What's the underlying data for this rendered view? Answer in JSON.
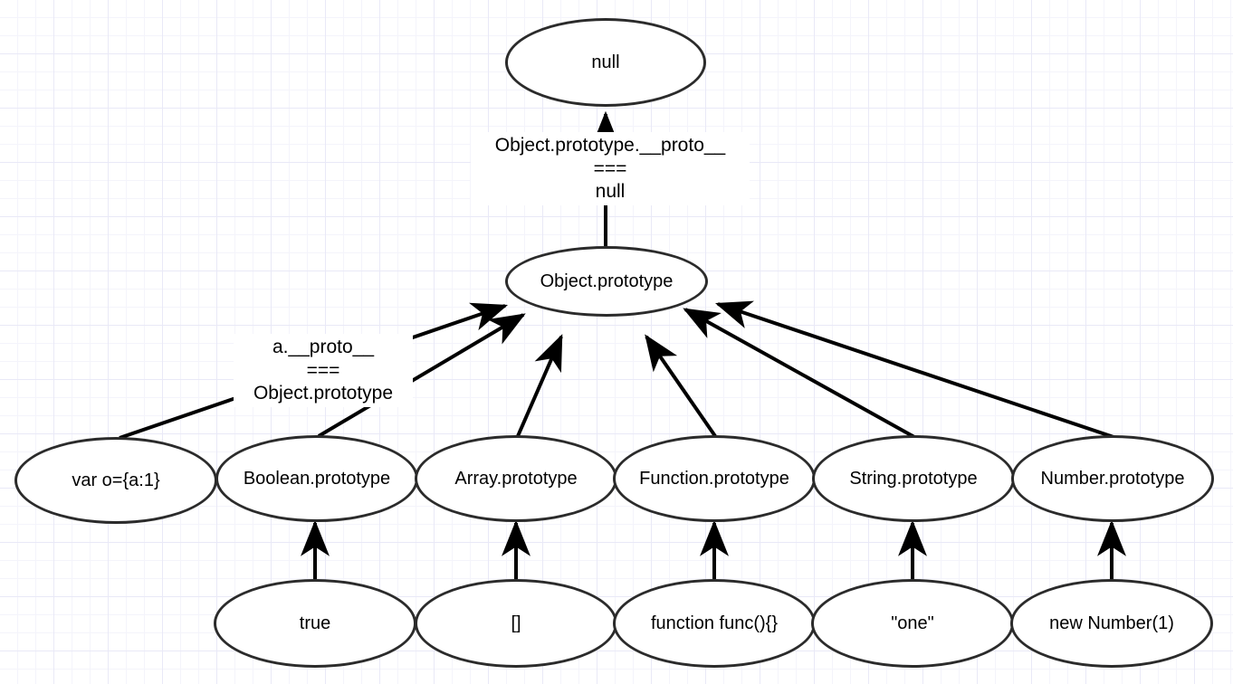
{
  "diagram": {
    "title": "JavaScript prototype chain diagram",
    "background": {
      "grid_minor_color": "#f4f4fb",
      "grid_major_color": "#e9e9f7",
      "page_color": "#ffffff"
    },
    "style": {
      "node_stroke": "#2b2b2b",
      "node_fill": "#ffffff",
      "edge_color": "#000000",
      "text_color": "#000000"
    },
    "nodes": {
      "root": {
        "label": "null"
      },
      "object_prototype": {
        "label": "Object.prototype"
      },
      "prototypes": [
        {
          "label": "var o={a:1}"
        },
        {
          "label": "Boolean.prototype"
        },
        {
          "label": "Array.prototype"
        },
        {
          "label": "Function.prototype"
        },
        {
          "label": "String.prototype"
        },
        {
          "label": "Number.prototype"
        }
      ],
      "instances": [
        {
          "label": "true"
        },
        {
          "label": "[]"
        },
        {
          "label": "function func(){}"
        },
        {
          "label": "\"one\""
        },
        {
          "label": "new Number(1)"
        }
      ]
    },
    "edge_labels": {
      "object_proto_to_null": {
        "line1": "Object.prototype.__proto__",
        "line2": "===",
        "line3": "null"
      },
      "a_proto_to_object_prototype": {
        "line1": "a.__proto__",
        "line2": "===",
        "line3": "Object.prototype"
      }
    }
  }
}
